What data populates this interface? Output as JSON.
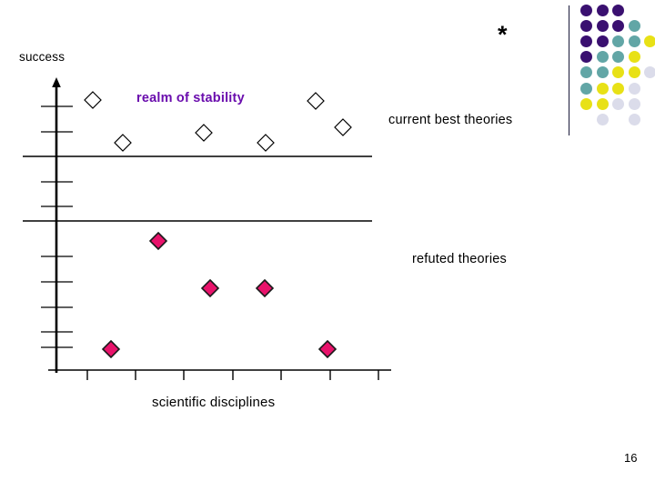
{
  "slide": {
    "page_number": "16",
    "background_color": "#ffffff"
  },
  "labels": {
    "y_axis": "success",
    "x_axis": "scientific disciplines",
    "realm_of_stability": "realm of stability",
    "current_best_theories": "current best theories",
    "refuted_theories": "refuted theories",
    "asterisk": "*"
  },
  "colors": {
    "realm_text": "#6A0DAD",
    "filled_diamond_fill": "#E8136B",
    "filled_diamond_stroke": "#000000",
    "open_diamond_fill": "#ffffff",
    "open_diamond_stroke": "#000000",
    "axis": "#000000",
    "deco_dark_purple": "#3A1070",
    "deco_teal": "#62A6A6",
    "deco_yellow": "#E8E116",
    "deco_lavender": "#DBDCEA"
  },
  "chart_data": {
    "type": "scatter",
    "title": "",
    "xlabel": "scientific disciplines",
    "ylabel": "success",
    "xlim": [
      0,
      7.6
    ],
    "ylim": [
      0,
      11
    ],
    "grid": false,
    "legend": "none",
    "annotations": [
      {
        "text": "realm of stability",
        "x": 1.7,
        "y": 10.2,
        "color": "#6A0DAD"
      },
      {
        "text": "current best theories",
        "x": 7.9,
        "y": 9.2,
        "color": "#000000"
      },
      {
        "text": "refuted theories",
        "x": 8.4,
        "y": 4.4,
        "color": "#000000"
      }
    ],
    "x_ticks": [
      0.8,
      1.85,
      2.9,
      3.95,
      5.0,
      6.05,
      7.1
    ],
    "y_ticks": [
      1,
      2,
      3,
      4,
      5,
      6,
      7,
      8,
      9,
      10
    ],
    "reference_lines": [
      {
        "label": "upper boundary",
        "y": 7.35,
        "x_start": -0.3,
        "x_end": 10.8
      },
      {
        "label": "lower boundary",
        "y": 5.15,
        "x_start": -0.3,
        "x_end": 10.8
      }
    ],
    "series": [
      {
        "name": "current best theories",
        "marker": "open-diamond",
        "points": [
          {
            "x": 0.8,
            "y": 9.8
          },
          {
            "x": 1.45,
            "y": 8.1
          },
          {
            "x": 3.35,
            "y": 8.4
          },
          {
            "x": 4.5,
            "y": 8.1
          },
          {
            "x": 5.7,
            "y": 9.8
          },
          {
            "x": 6.65,
            "y": 8.8
          }
        ]
      },
      {
        "name": "refuted theories",
        "marker": "filled-diamond",
        "points": [
          {
            "x": 1.2,
            "y": 1.0
          },
          {
            "x": 2.0,
            "y": 4.8
          },
          {
            "x": 2.85,
            "y": 3.1
          },
          {
            "x": 3.85,
            "y": 3.1
          },
          {
            "x": 6.15,
            "y": 1.0
          }
        ]
      }
    ]
  },
  "decoration": {
    "name": "dot-grid-motif",
    "rows": [
      [
        "dark",
        "dark",
        "dark",
        "none",
        "none"
      ],
      [
        "dark",
        "dark",
        "dark",
        "teal",
        "none"
      ],
      [
        "dark",
        "dark",
        "teal",
        "teal",
        "yellow"
      ],
      [
        "dark",
        "teal",
        "teal",
        "yellow",
        "none"
      ],
      [
        "teal",
        "teal",
        "yellow",
        "yellow",
        "lavender"
      ],
      [
        "teal",
        "yellow",
        "yellow",
        "lavender",
        "none"
      ],
      [
        "yellow",
        "yellow",
        "lavender",
        "lavender",
        "none"
      ],
      [
        "none",
        "lavender",
        "none",
        "lavender",
        "none"
      ]
    ]
  }
}
